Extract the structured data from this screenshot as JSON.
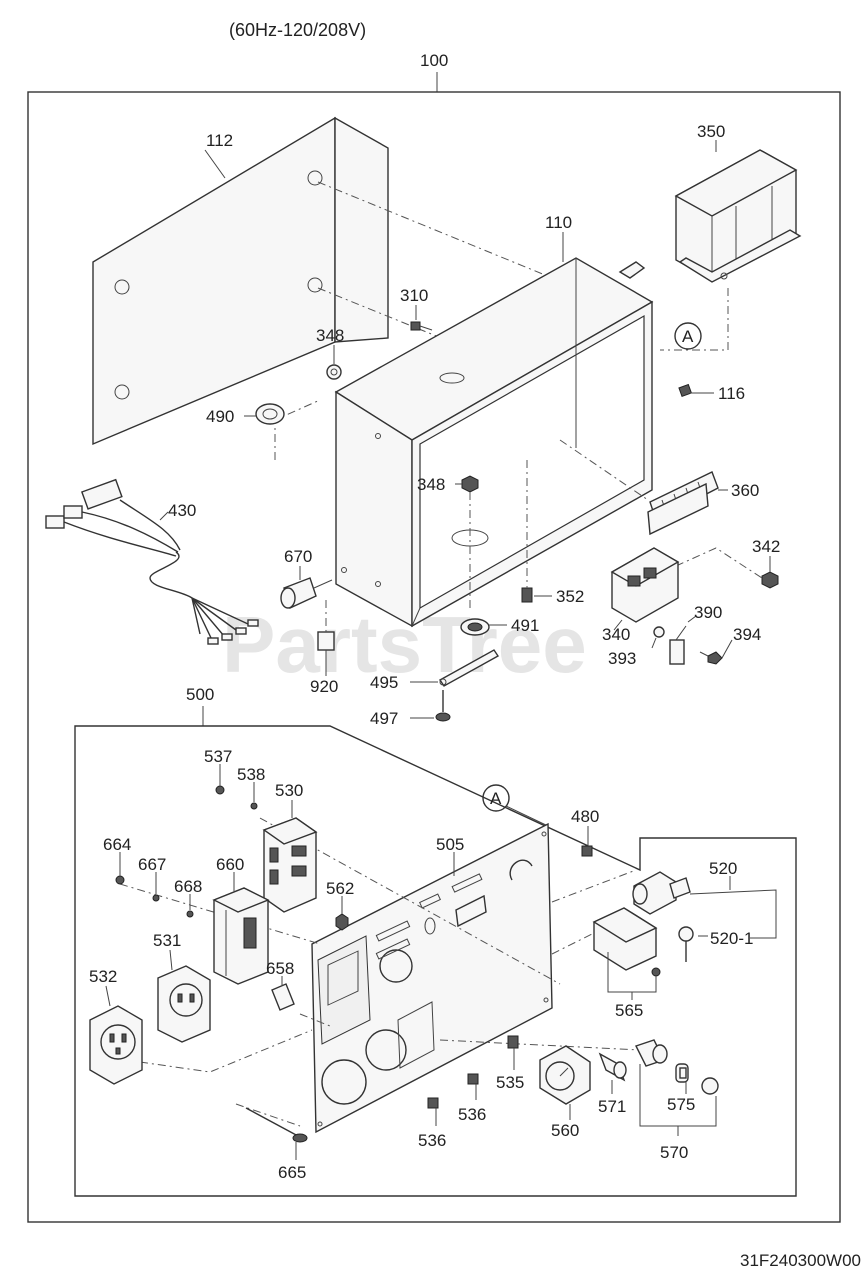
{
  "header": {
    "spec": "(60Hz-120/208V)",
    "assembly": "100"
  },
  "drawing_code": "31F240300W00",
  "watermark": "PartsTree",
  "ref_markers": [
    "A",
    "A"
  ],
  "callouts": {
    "c112": "112",
    "c110": "110",
    "c350": "350",
    "c310": "310",
    "c348a": "348",
    "c116": "116",
    "c490": "490",
    "c348b": "348",
    "c360": "360",
    "c430": "430",
    "c342": "342",
    "c670": "670",
    "c352": "352",
    "c390": "390",
    "c491": "491",
    "c340": "340",
    "c394": "394",
    "c393": "393",
    "c920": "920",
    "c495": "495",
    "c497": "497",
    "c500": "500",
    "c537": "537",
    "c538": "538",
    "c530": "530",
    "c480": "480",
    "c664": "664",
    "c667": "667",
    "c505": "505",
    "c520": "520",
    "c668": "668",
    "c660": "660",
    "c562": "562",
    "c531": "531",
    "c520_1": "520-1",
    "c532": "532",
    "c658": "658",
    "c565": "565",
    "c535": "535",
    "c571": "571",
    "c575": "575",
    "c536a": "536",
    "c536b": "536",
    "c560": "560",
    "c570": "570",
    "c665": "665"
  }
}
